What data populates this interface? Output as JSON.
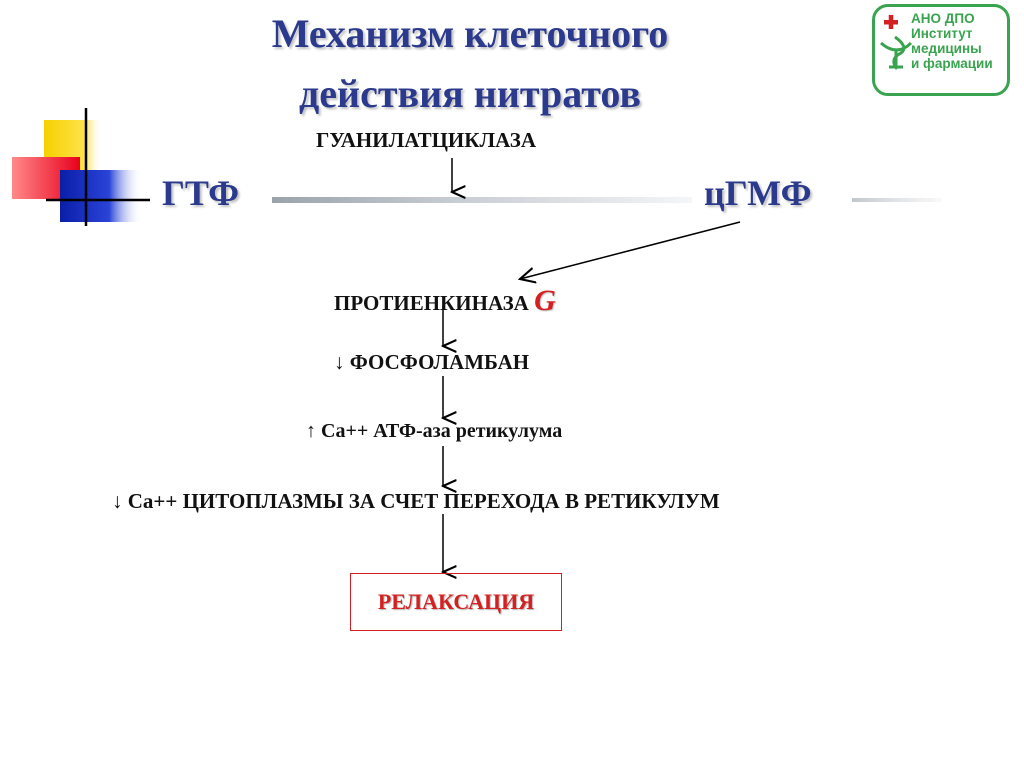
{
  "slide": {
    "title_line1": "Механизм клеточного",
    "title_line2": "действия нитратов"
  },
  "diagram": {
    "enzyme": "ГУАНИЛАТЦИКЛАЗА",
    "substrate": "ГТФ",
    "product": "цГМФ",
    "kinase": "ПРОТИЕНКИНАЗА",
    "kinase_suffix": "G",
    "step1": "↓ ФОСФОЛАМБАН",
    "step2": "↑ Са++ АТФ-аза ретикулума",
    "step3": "↓ Са++ ЦИТОПЛАЗМЫ ЗА СЧЕТ ПЕРЕХОДА В РЕТИКУЛУМ",
    "result": "РЕЛАКСАЦИЯ"
  },
  "logo": {
    "line1": "АНО ДПО",
    "line2": "Институт",
    "line3": "медицины",
    "line4": "и фармации",
    "icon": "red-cross-icon",
    "emblem": "bowl-of-hygieia-icon",
    "color": "#3aa350"
  },
  "colors": {
    "title": "#2b3a8c",
    "accent_red": "#d42020",
    "square_yellow": "#f5d000",
    "square_red": "#e8001c",
    "square_blue": "#1a30c0"
  }
}
